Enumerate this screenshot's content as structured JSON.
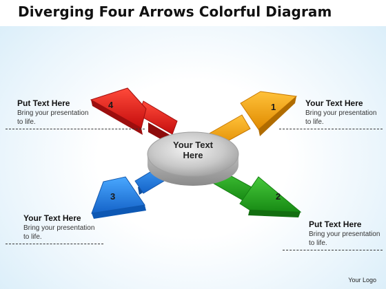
{
  "title": "Diverging Four Arrows Colorful Diagram",
  "center": {
    "line1": "Your Text",
    "line2": "Here"
  },
  "blocks": [
    {
      "heading": "Put Text Here",
      "body": "Bring your presentation to life."
    },
    {
      "heading": "Your Text Here",
      "body": "Bring your presentation to life."
    },
    {
      "heading": "Your Text Here",
      "body": "Bring your presentation to life."
    },
    {
      "heading": "Put Text Here",
      "body": "Bring your presentation to life."
    }
  ],
  "arrows": [
    {
      "number": "1",
      "color": "#f5a300"
    },
    {
      "number": "2",
      "color": "#22a31e"
    },
    {
      "number": "3",
      "color": "#1e78e0"
    },
    {
      "number": "4",
      "color": "#dc1a1a"
    }
  ],
  "logo": "Your Logo"
}
